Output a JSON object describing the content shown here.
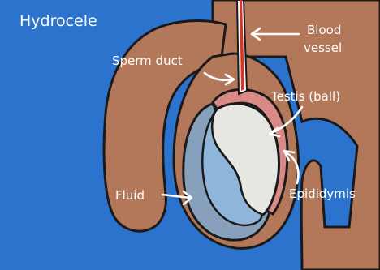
{
  "title": "Hydrocele",
  "labels": {
    "blood_vessel_line1": "Blood",
    "blood_vessel_line2": "vessel",
    "sperm_duct": "Sperm duct",
    "testis": "Testis (ball)",
    "fluid": "Fluid",
    "epididymis": "Epididymis"
  },
  "colors": {
    "background": "#2b73cc",
    "skin": "#b3785a",
    "skin_dark": "#8a5a42",
    "testis": "#e6e6e3",
    "fluid": "#7fa8cf",
    "epididymis": "#d98a86",
    "vessel_red": "#d9342a",
    "outline": "#1a1a1a",
    "label": "#ffffff"
  }
}
